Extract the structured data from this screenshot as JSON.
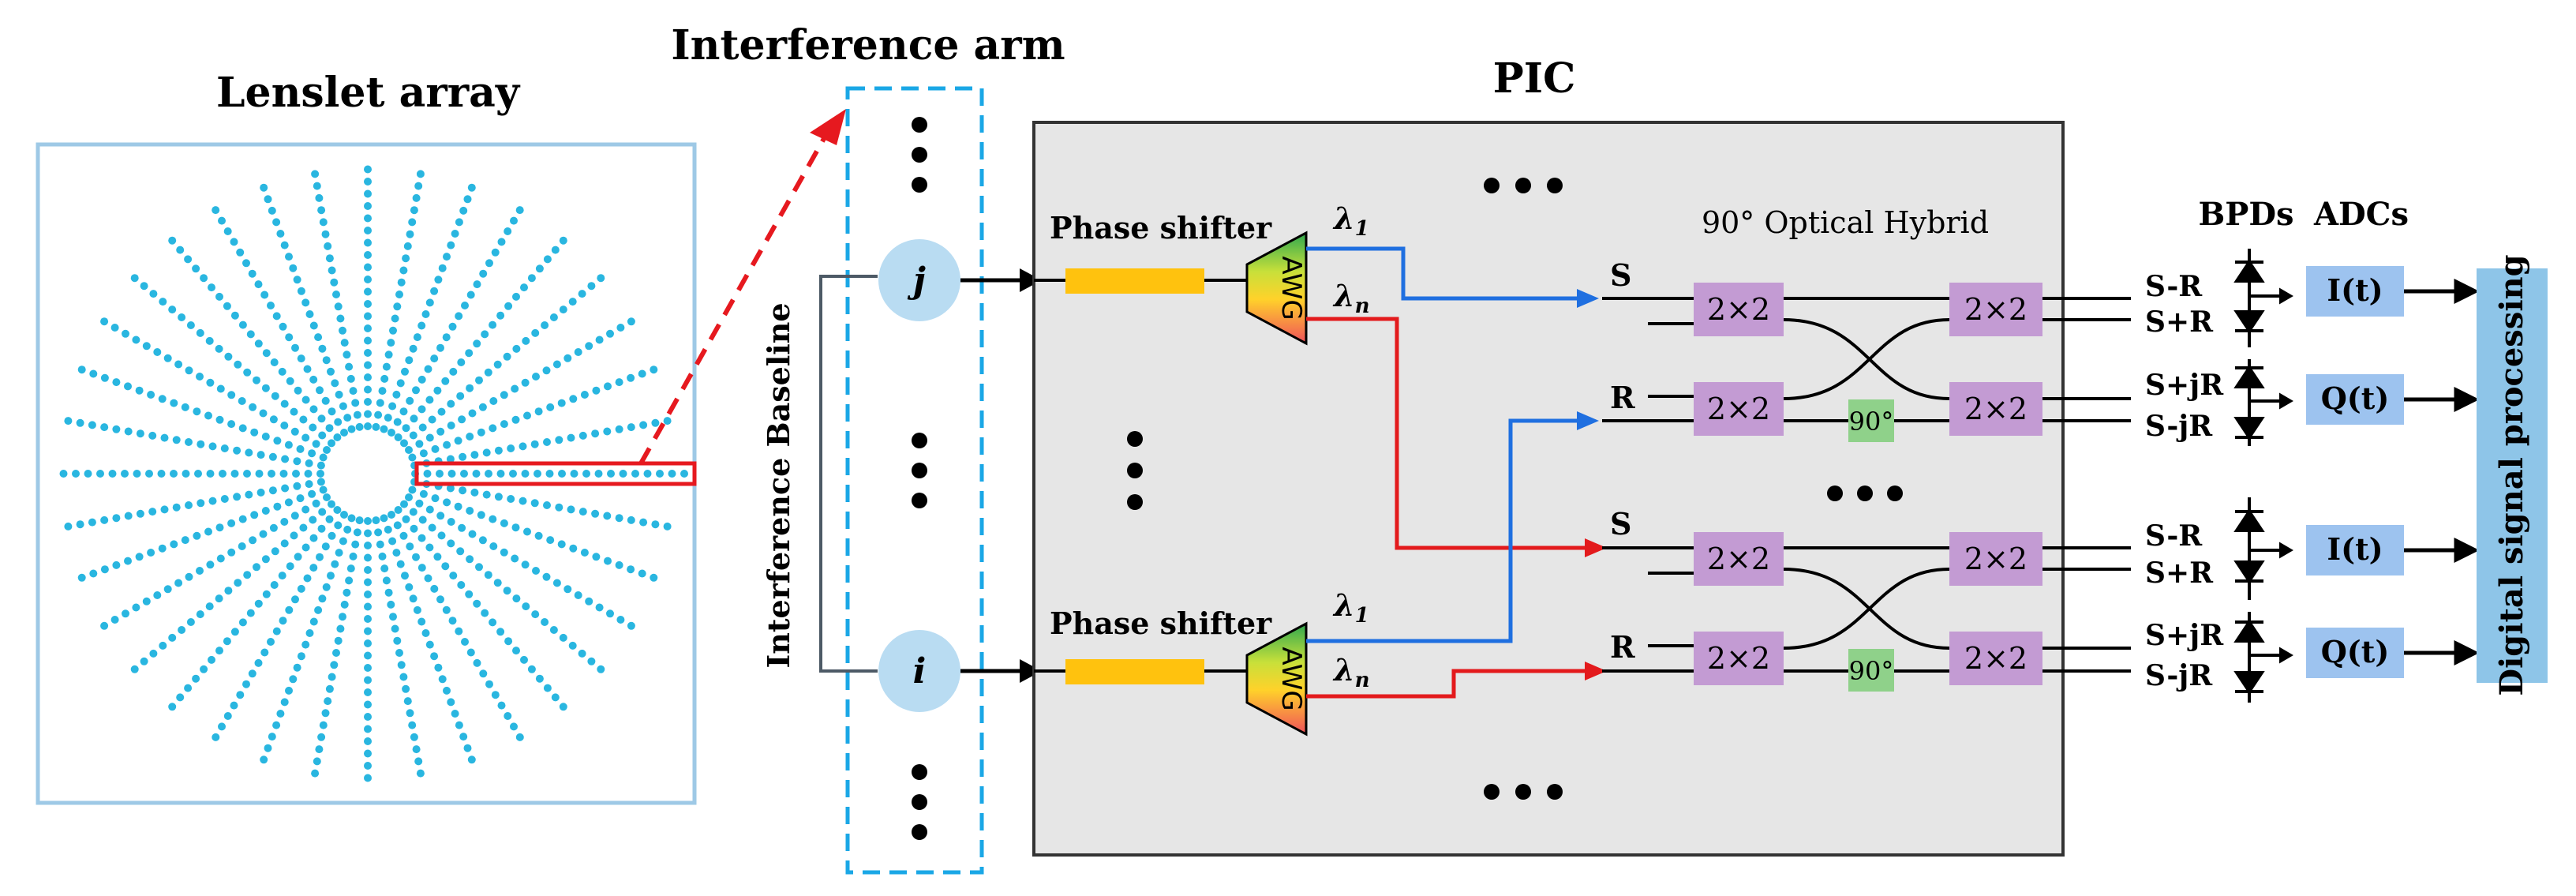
{
  "titles": {
    "lenslet": "Lenslet array",
    "arm": "Interference arm",
    "pic": "PIC",
    "baseline": "Interference Baseline",
    "hybrid": "90° Optical Hybrid",
    "bpds": "BPDs",
    "adcs": "ADCs",
    "dsp": "Digital signal processing"
  },
  "nodes": {
    "j": "j",
    "i": "i"
  },
  "phase_shifter": "Phase shifter",
  "awg": "AWG",
  "lambda1": "λ",
  "lambda1_sub": "1",
  "lambdan": "λ",
  "lambdan_sub": "n",
  "coupler": "2×2",
  "shift90": "90°",
  "port_s": "S",
  "port_r": "R",
  "outputs": [
    "S-R",
    "S+R",
    "S+jR",
    "S-jR",
    "S-R",
    "S+R",
    "S+jR",
    "S-jR"
  ],
  "adc_labels": [
    "I(t)",
    "Q(t)",
    "I(t)",
    "Q(t)"
  ],
  "colors": {
    "lenslet_dot": "#29b6e0",
    "frame_blue": "#9ec9e6",
    "highlight_red": "#e6191f",
    "arm_dash": "#1aa7e6",
    "node_fill": "#b9dcf2",
    "pic_bg": "#e6e6e6",
    "phase_shifter": "#ffc20e",
    "coupler": "#c39bd3",
    "shift90": "#8fd18a",
    "adc": "#9dc3ef",
    "dsp": "#8ec5e8",
    "wg_blue": "#1f6fe0",
    "wg_red": "#e31a1c"
  }
}
